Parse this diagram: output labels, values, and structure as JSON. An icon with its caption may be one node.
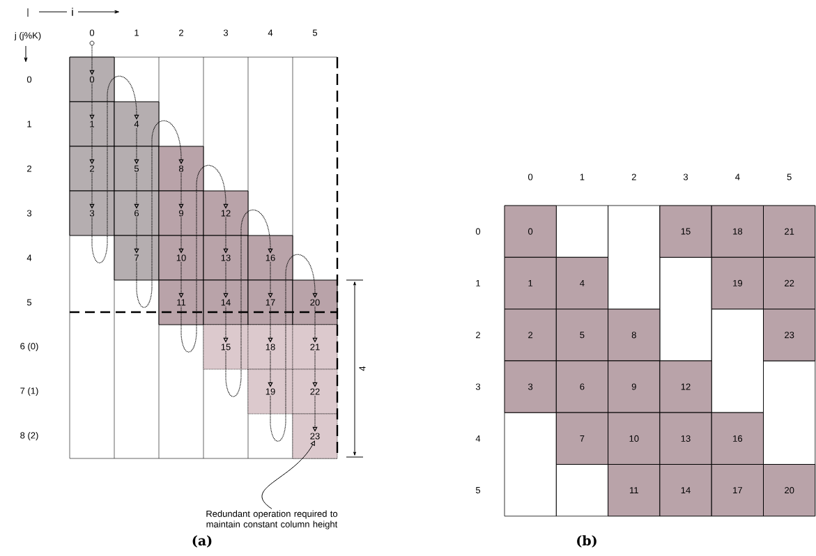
{
  "diagram": {
    "nodes": [
      {
        "text": [
          "0"
        ]
      },
      {
        "text": [
          "1"
        ]
      },
      {
        "text": [
          "2"
        ]
      },
      {
        "text": [
          "3"
        ]
      },
      {
        "text": [
          "4"
        ]
      },
      {
        "text": [
          "5"
        ]
      },
      {
        "text": [
          "6"
        ]
      },
      {
        "text": [
          "7"
        ]
      },
      {
        "text": [
          "8"
        ]
      },
      {
        "text": [
          "9"
        ]
      },
      {
        "text": [
          "10"
        ]
      },
      {
        "text": [
          "11"
        ]
      },
      {
        "text": [
          "12"
        ]
      },
      {
        "text": [
          "13"
        ]
      },
      {
        "text": [
          "14"
        ]
      },
      {
        "text": [
          "15"
        ]
      },
      {
        "text": [
          "16"
        ]
      },
      {
        "text": [
          "17"
        ]
      },
      {
        "text": [
          "18"
        ]
      },
      {
        "text": [
          "19"
        ]
      },
      {
        "text": [
          "20"
        ]
      },
      {
        "text": [
          "21"
        ]
      },
      {
        "text": [
          "22"
        ]
      },
      {
        "text": [
          "23"
        ]
      },
      {
        "text": [],
        "shape": "circle"
      },
      {
        "text": [
          "Redundant operation required to maintain constant column height"
        ]
      },
      {
        "text": [
          "0"
        ]
      },
      {
        "text": [
          "1"
        ]
      },
      {
        "text": [
          "2"
        ]
      },
      {
        "text": [
          "3"
        ]
      },
      {
        "text": [
          "4"
        ]
      },
      {
        "text": [
          "5"
        ]
      },
      {
        "text": [
          "6"
        ]
      },
      {
        "text": [
          "7"
        ]
      },
      {
        "text": [
          "8"
        ]
      },
      {
        "text": [
          "9"
        ]
      },
      {
        "text": [
          "10"
        ]
      },
      {
        "text": [
          "11"
        ]
      },
      {
        "text": [
          "12"
        ]
      },
      {
        "text": [
          "13"
        ]
      },
      {
        "text": [
          "14"
        ]
      },
      {
        "text": [
          "15"
        ]
      },
      {
        "text": [
          "16"
        ]
      },
      {
        "text": [
          "17"
        ]
      },
      {
        "text": [
          "18"
        ]
      },
      {
        "text": [
          "19"
        ]
      },
      {
        "text": [
          "20"
        ]
      },
      {
        "text": [
          "21"
        ]
      },
      {
        "text": [
          "22"
        ]
      },
      {
        "text": [
          "23"
        ]
      }
    ],
    "edges": [
      {
        "from": 24,
        "to": 0,
        "arrow": "to",
        "style": "dashed"
      },
      {
        "from": 0,
        "to": 1,
        "arrow": "to",
        "style": "dashed"
      },
      {
        "from": 1,
        "to": 2,
        "arrow": "to",
        "style": "dashed"
      },
      {
        "from": 2,
        "to": 3,
        "arrow": "to",
        "style": "dashed"
      },
      {
        "from": 3,
        "to": 4,
        "arrow": "to",
        "style": "dashed"
      },
      {
        "from": 4,
        "to": 5,
        "arrow": "to",
        "style": "dashed"
      },
      {
        "from": 5,
        "to": 6,
        "arrow": "to",
        "style": "dashed"
      },
      {
        "from": 6,
        "to": 7,
        "arrow": "to",
        "style": "dashed"
      },
      {
        "from": 7,
        "to": 8,
        "arrow": "to",
        "style": "dashed"
      },
      {
        "from": 8,
        "to": 9,
        "arrow": "to",
        "style": "dashed"
      },
      {
        "from": 9,
        "to": 10,
        "arrow": "to",
        "style": "dashed"
      },
      {
        "from": 10,
        "to": 11,
        "arrow": "to",
        "style": "dashed"
      },
      {
        "from": 11,
        "to": 12,
        "arrow": "to",
        "style": "dashed"
      },
      {
        "from": 12,
        "to": 13,
        "arrow": "to",
        "style": "dashed"
      },
      {
        "from": 13,
        "to": 14,
        "arrow": "to",
        "style": "dashed"
      },
      {
        "from": 14,
        "to": 15,
        "arrow": "to",
        "style": "dashed"
      },
      {
        "from": 15,
        "to": 16,
        "arrow": "to",
        "style": "dashed"
      },
      {
        "from": 16,
        "to": 17,
        "arrow": "to",
        "style": "dashed"
      },
      {
        "from": 17,
        "to": 18,
        "arrow": "to",
        "style": "dashed"
      },
      {
        "from": 18,
        "to": 19,
        "arrow": "to",
        "style": "dashed"
      },
      {
        "from": 19,
        "to": 20,
        "arrow": "to",
        "style": "dashed"
      },
      {
        "from": 20,
        "to": 21,
        "arrow": "to",
        "style": "dashed"
      },
      {
        "from": 21,
        "to": 22,
        "arrow": "to",
        "style": "dashed"
      },
      {
        "from": 22,
        "to": 23,
        "arrow": "to",
        "style": "dashed"
      },
      {
        "from": 25,
        "to": 23,
        "arrow": "to"
      }
    ],
    "labels": [
      "i",
      "j (j%K)",
      "0",
      "1",
      "2",
      "3",
      "4",
      "5",
      "0",
      "1",
      "2",
      "3",
      "4",
      "5",
      "6 (0)",
      "7 (1)",
      "8 (2)",
      "4",
      "(a)",
      "0",
      "1",
      "2",
      "3",
      "4",
      "5",
      "0",
      "1",
      "2",
      "3",
      "4",
      "5",
      "(b)"
    ]
  }
}
